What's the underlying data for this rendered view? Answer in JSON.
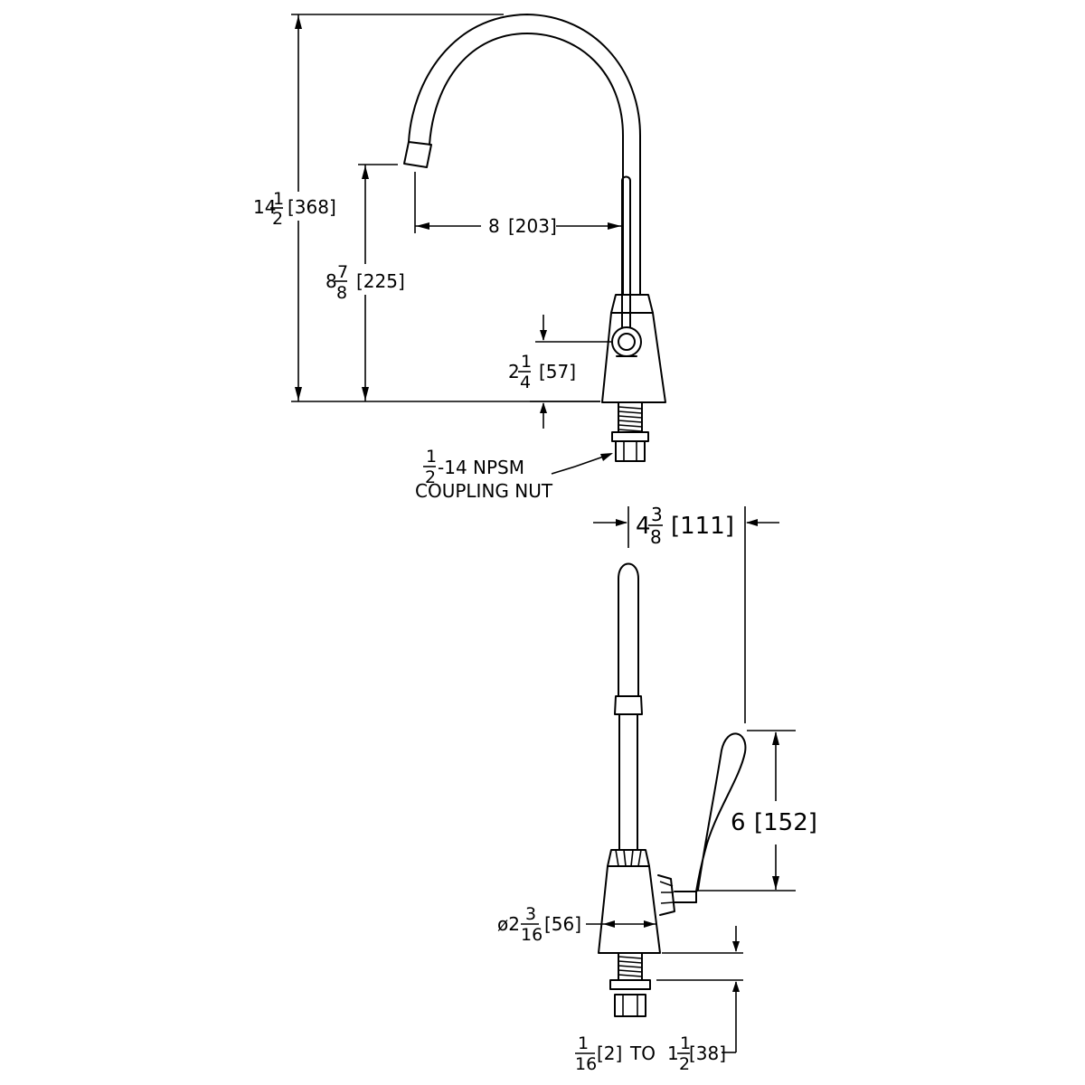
{
  "drawing": {
    "front_view": {
      "overall_height": {
        "whole": "14",
        "num": "1",
        "den": "2",
        "metric": "[368]"
      },
      "spout_height": {
        "whole": "8",
        "num": "7",
        "den": "8",
        "metric": "[225]"
      },
      "spout_reach": {
        "whole": "8",
        "metric": "[203]"
      },
      "handle_height": {
        "whole": "2",
        "num": "1",
        "den": "4",
        "metric": "[57]"
      },
      "thread_label": {
        "num": "1",
        "den": "2",
        "rest": "-14 NPSM",
        "line2": "COUPLING NUT"
      }
    },
    "side_view": {
      "handle_reach": {
        "whole": "4",
        "num": "3",
        "den": "8",
        "metric": "[111]"
      },
      "handle_length": {
        "whole": "6",
        "metric": "[152]"
      },
      "base_diameter": {
        "prefix": "ø2",
        "num": "3",
        "den": "16",
        "metric": "[56]"
      },
      "mounting_range": {
        "num1": "1",
        "den1": "16",
        "metric1": "[2]",
        "to": "TO",
        "whole2": "1",
        "num2": "1",
        "den2": "2",
        "metric2": "[38]"
      }
    }
  }
}
